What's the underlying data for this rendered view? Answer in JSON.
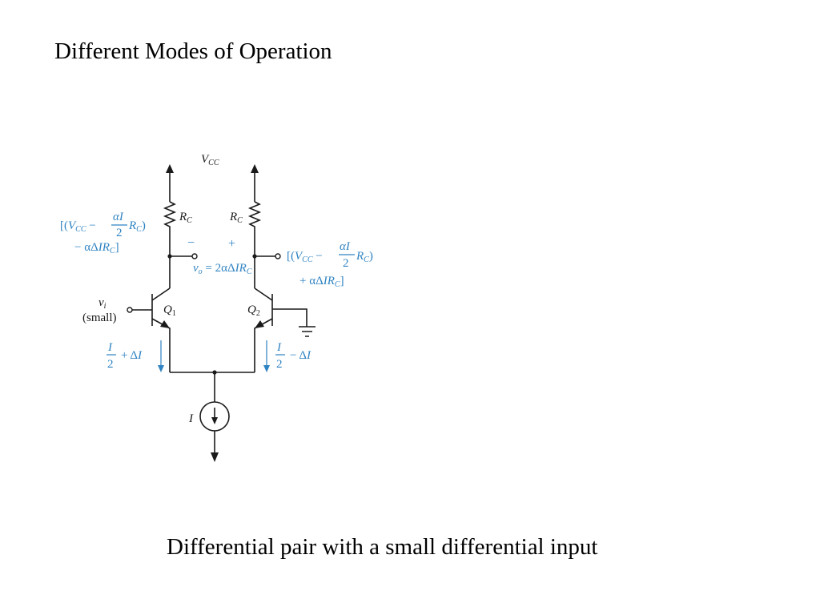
{
  "slide": {
    "title": "Different Modes of Operation",
    "caption": "Differential pair with a small differential input"
  },
  "colors": {
    "wire": "#1a1a1a",
    "annotation": "#2f83c2",
    "background": "#ffffff"
  },
  "circuit": {
    "supply": {
      "symbol": "V",
      "subscript": "CC"
    },
    "resistor_left": {
      "symbol": "R",
      "subscript": "C"
    },
    "resistor_right": {
      "symbol": "R",
      "subscript": "C"
    },
    "transistor_left": {
      "symbol": "Q",
      "subscript": "1"
    },
    "transistor_right": {
      "symbol": "Q",
      "subscript": "2"
    },
    "input": {
      "symbol": "v",
      "subscript": "i",
      "note": "(small)"
    },
    "current_source": {
      "symbol": "I"
    },
    "polarity": {
      "minus": "−",
      "plus": "+"
    },
    "output_voltage": {
      "v": "v",
      "v_sub": "o",
      "eq": " = 2αΔ",
      "ir": "IR",
      "ir_sub": "C"
    },
    "collector_left": {
      "l1_pre": "[(",
      "v": "V",
      "v_sub": "CC",
      "minus": " − ",
      "frac_num": "αI",
      "frac_den": "2",
      "r": "R",
      "r_sub": "C",
      "close": ")",
      "l2_pre": "− αΔ",
      "ir": "IR",
      "ir_sub": "C",
      "l2_close": "]"
    },
    "collector_right": {
      "l1_pre": "[(",
      "v": "V",
      "v_sub": "CC",
      "minus": " − ",
      "frac_num": "αI",
      "frac_den": "2",
      "r": "R",
      "r_sub": "C",
      "close": ")",
      "l2_pre": "+ αΔ",
      "ir": "IR",
      "ir_sub": "C",
      "l2_close": "]"
    },
    "emitter_left": {
      "frac_num": "I",
      "frac_den": "2",
      "op": "+ Δ",
      "i": "I"
    },
    "emitter_right": {
      "frac_num": "I",
      "frac_den": "2",
      "op": "− Δ",
      "i": "I"
    }
  }
}
